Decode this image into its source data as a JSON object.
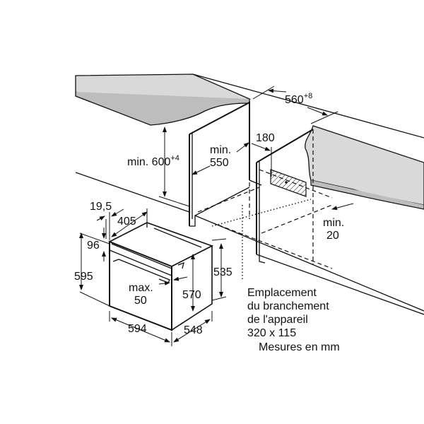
{
  "colors": {
    "countertop": "#d9d9d9",
    "line": "#111111",
    "background": "#ffffff"
  },
  "labels": {
    "height_min": "min. 600",
    "height_tol": "+4",
    "depth_min_a": "min.",
    "depth_min_b": "550",
    "rear_gap": "180",
    "width": "560",
    "width_tol": "+8",
    "side_min_a": "min.",
    "side_min_b": "20",
    "front_offset": "19,5",
    "top_depth": "405",
    "panel_height": "96",
    "oven_height": "595",
    "door_max_a": "max.",
    "door_max_b": "50",
    "body_height": "570",
    "back_height": "535",
    "oven_width": "594",
    "oven_depth": "548"
  },
  "note": {
    "lines": [
      "Emplacement",
      "du branchement",
      "de l'appareil",
      "320 x 115"
    ],
    "units": "Mesures en mm"
  }
}
